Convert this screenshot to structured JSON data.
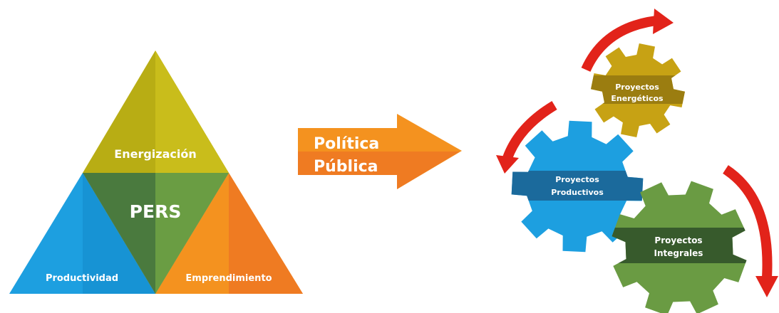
{
  "pyramid": {
    "top": "Energización",
    "center": "PERS",
    "left": "Productividad",
    "right": "Emprendimiento"
  },
  "arrow": {
    "line1": "Política",
    "line2": "Pública"
  },
  "gears": {
    "small": {
      "line1": "Proyectos",
      "line2": "Energéticos"
    },
    "medium": {
      "line1": "Proyectos",
      "line2": "Productivos"
    },
    "large": {
      "line1": "Proyectos",
      "line2": "Integrales"
    }
  },
  "colors": {
    "olive": "#b8ad14",
    "olive_light": "#c9bd1b",
    "green_dark": "#4a7a3e",
    "green_light": "#6a9d43",
    "blue": "#1d9fe0",
    "blue_dark": "#1b6a9c",
    "orange": "#f4921f",
    "orange_dark": "#ef7b22",
    "gold": "#c7a214",
    "gold_dark": "#9b7d10",
    "forest": "#375a2c",
    "forest_light": "#6a9b43",
    "red_arrow": "#e2231a"
  }
}
